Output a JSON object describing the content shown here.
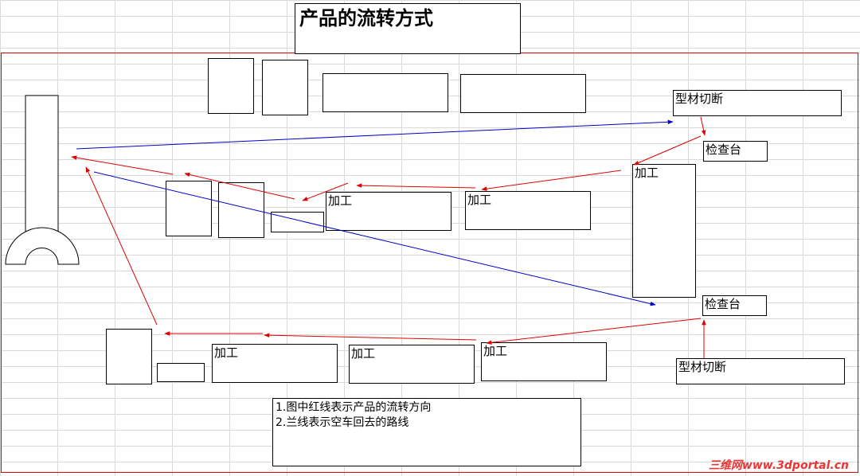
{
  "title": "产品的流转方式",
  "stations": {
    "cut_top": "型材切断",
    "inspect_top": "检查台",
    "process_tall": "加工",
    "process_mid_1": "加工",
    "process_mid_2": "加工",
    "inspect_bottom": "检查台",
    "cut_bottom": "型材切断",
    "process_bot_1": "加工",
    "process_bot_2": "加工",
    "process_bot_3": "加工"
  },
  "notes": [
    "1.图中红线表示产品的流转方向",
    "2.兰线表示空车回去的路线"
  ],
  "watermark": "三维网www.3dportal.cn",
  "colors": {
    "flow": "#e00000",
    "return": "#0000cc",
    "frame": "#e00000"
  }
}
